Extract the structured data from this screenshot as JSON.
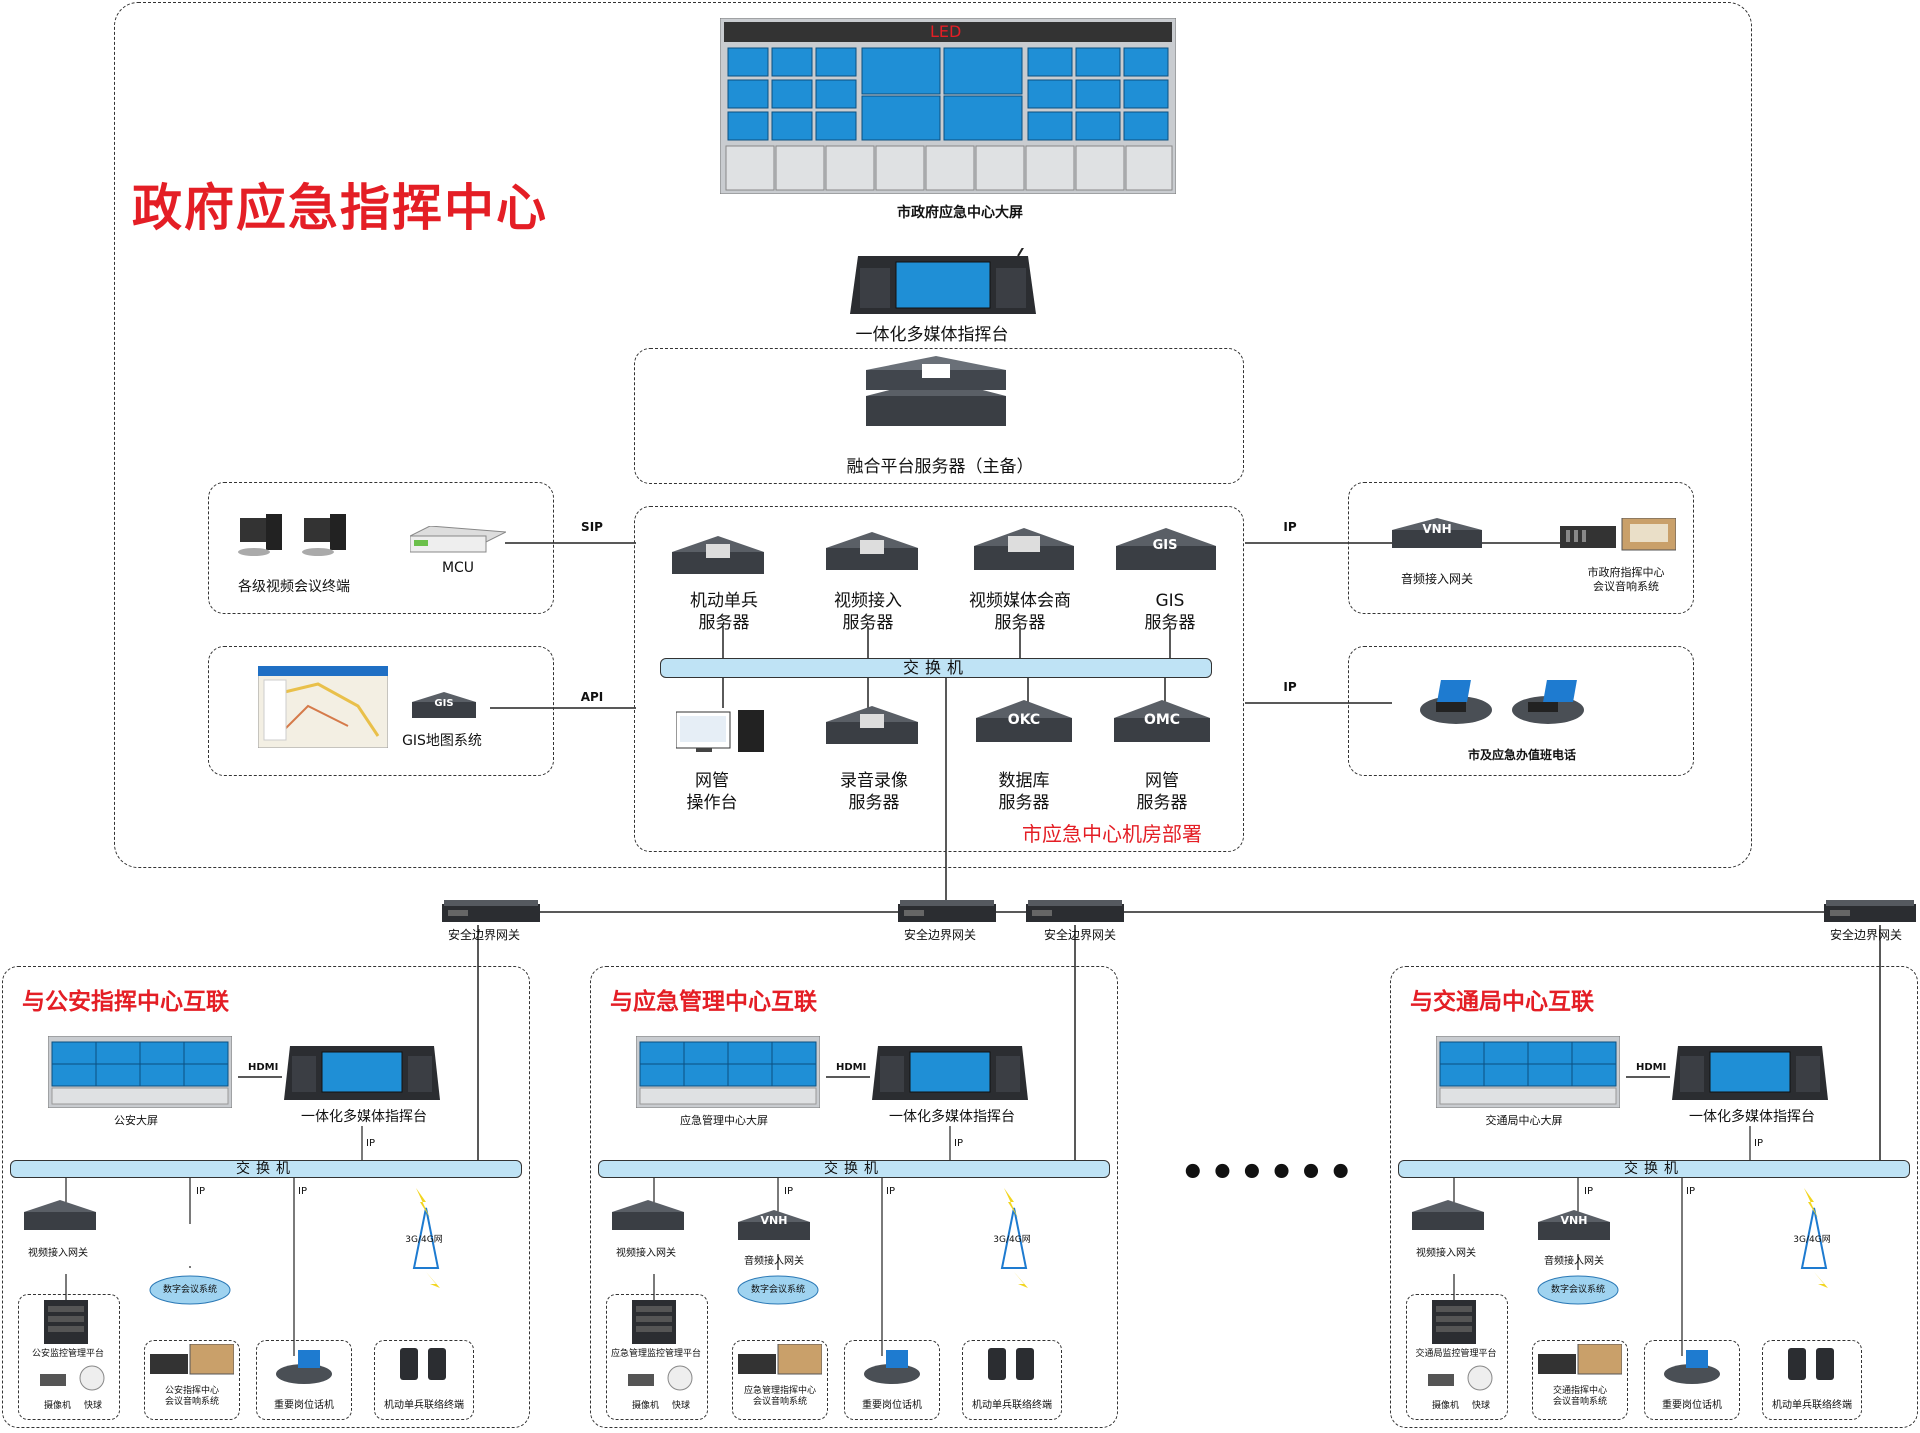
{
  "main": {
    "title": "政府应急指挥中心",
    "big_screen": {
      "led": "LED",
      "label": "市政府应急中心大屏"
    },
    "console_label": "一体化多媒体指挥台",
    "fusion_server_label": "融合平台服务器（主备）",
    "room_label": "市应急中心机房部署",
    "switch_label": "交换机",
    "servers_top": [
      "机动单兵\n服务器",
      "视频接入\n服务器",
      "视频媒体会商\n服务器",
      "GIS\n服务器"
    ],
    "servers_bottom": [
      "网管\n操作台",
      "录音录像\n服务器",
      "数据库\n服务器",
      "网管\n服务器"
    ],
    "server_badges": {
      "gis": "GIS",
      "okc": "OKC",
      "omc": "OMC"
    },
    "left_top": {
      "terminals": "各级视频会议终端",
      "mcu": "MCU",
      "link": "SIP"
    },
    "left_bottom": {
      "gis_system": "GIS地图系统",
      "gis_badge": "GIS",
      "link": "API"
    },
    "right_top": {
      "gateway": "音频接入网关",
      "vnh": "VNH",
      "audio": "市政府指挥中心\n会议音响系统",
      "link": "IP"
    },
    "right_bottom": {
      "phones": "市及应急办值班电话",
      "link": "IP"
    }
  },
  "security_gateway_label": "安全边界网关",
  "ellipsis": "••••••",
  "branches": [
    {
      "title": "与公安指挥中心互联",
      "screen": "公安大屏",
      "hdmi": "HDMI",
      "console": "一体化多媒体指挥台",
      "switch": "交换机",
      "ip": "IP",
      "video_gateway": "视频接入网关",
      "audio_gateway": "",
      "vnh": "",
      "conference": "数字会议系统",
      "network": "3G/4G网",
      "platform": "公安监控管理平台",
      "camera": "摄像机",
      "dome": "快球",
      "audio_system": "公安指挥中心\n会议音响系统",
      "post_phone": "重要岗位话机",
      "mobile": "机动单兵联络终端"
    },
    {
      "title": "与应急管理中心互联",
      "screen": "应急管理中心大屏",
      "hdmi": "HDMI",
      "console": "一体化多媒体指挥台",
      "switch": "交换机",
      "ip": "IP",
      "video_gateway": "视频接入网关",
      "audio_gateway": "音频接入网关",
      "vnh": "VNH",
      "conference": "数字会议系统",
      "network": "3G/4G网",
      "platform": "应急管理监控管理平台",
      "camera": "摄像机",
      "dome": "快球",
      "audio_system": "应急管理指挥中心\n会议音响系统",
      "post_phone": "重要岗位话机",
      "mobile": "机动单兵联络终端"
    },
    {
      "title": "与交通局中心互联",
      "screen": "交通局中心大屏",
      "hdmi": "HDMI",
      "console": "一体化多媒体指挥台",
      "switch": "交换机",
      "ip": "IP",
      "video_gateway": "视频接入网关",
      "audio_gateway": "音频接入网关",
      "vnh": "VNH",
      "conference": "数字会议系统",
      "network": "3G/4G网",
      "platform": "交通局监控管理平台",
      "camera": "摄像机",
      "dome": "快球",
      "audio_system": "交通指挥中心\n会议音响系统",
      "post_phone": "重要岗位话机",
      "mobile": "机动单兵联络终端"
    }
  ],
  "colors": {
    "title_red": "#e41e25",
    "bar_blue": "#bfe3f5",
    "screen_blue": "#1f8fd6",
    "device_dark": "#4a4f55",
    "phone_blue": "#1e7bd0"
  }
}
